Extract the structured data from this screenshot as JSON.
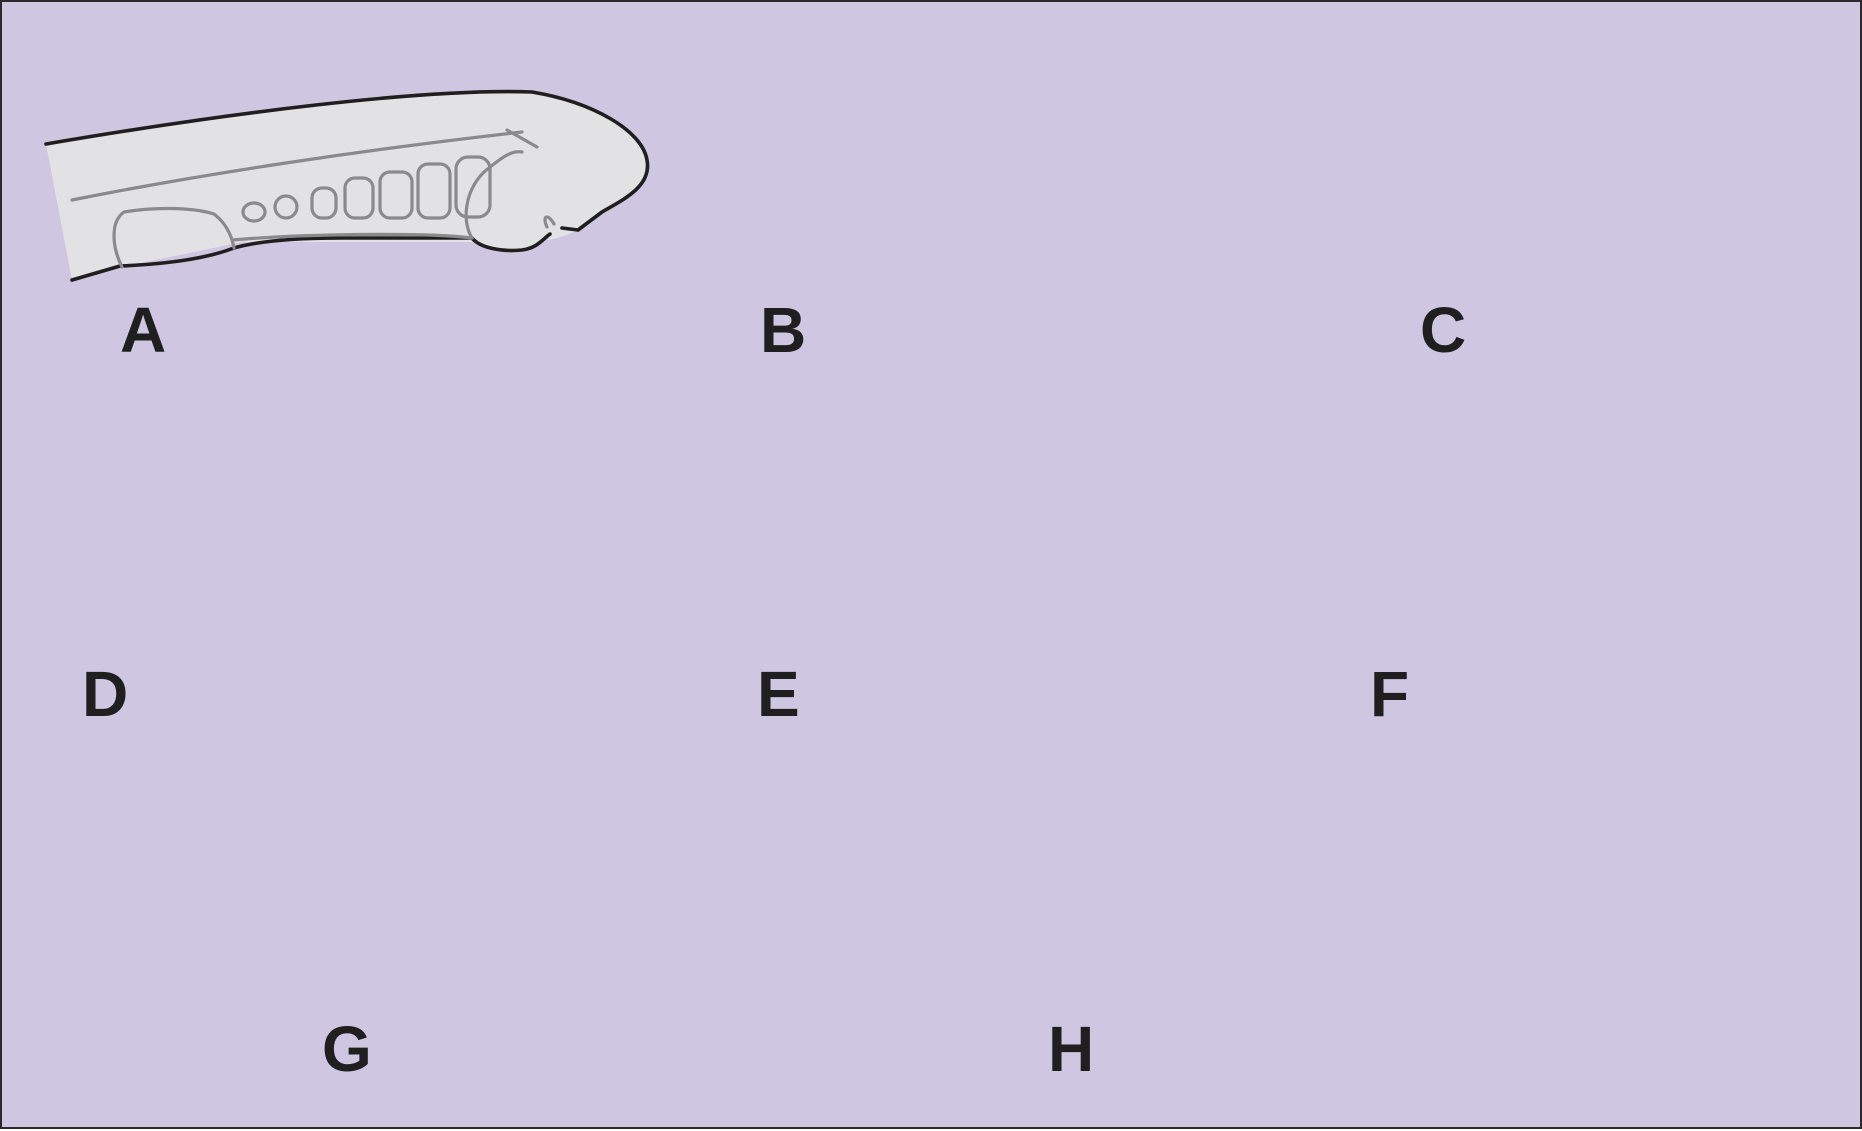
{
  "panels": [
    {
      "id": "A",
      "label": "A"
    },
    {
      "id": "B",
      "label": "B"
    },
    {
      "id": "C",
      "label": "C"
    },
    {
      "id": "D",
      "label": "D"
    },
    {
      "id": "E",
      "label": "E"
    },
    {
      "id": "F",
      "label": "F"
    },
    {
      "id": "G",
      "label": "G"
    },
    {
      "id": "H",
      "label": "H"
    }
  ],
  "colors": {
    "background": "#cfc6e2",
    "embryo_fill": "#e2e2e4",
    "outline": "#1f1f1f",
    "detail": "#8a8a8c"
  }
}
